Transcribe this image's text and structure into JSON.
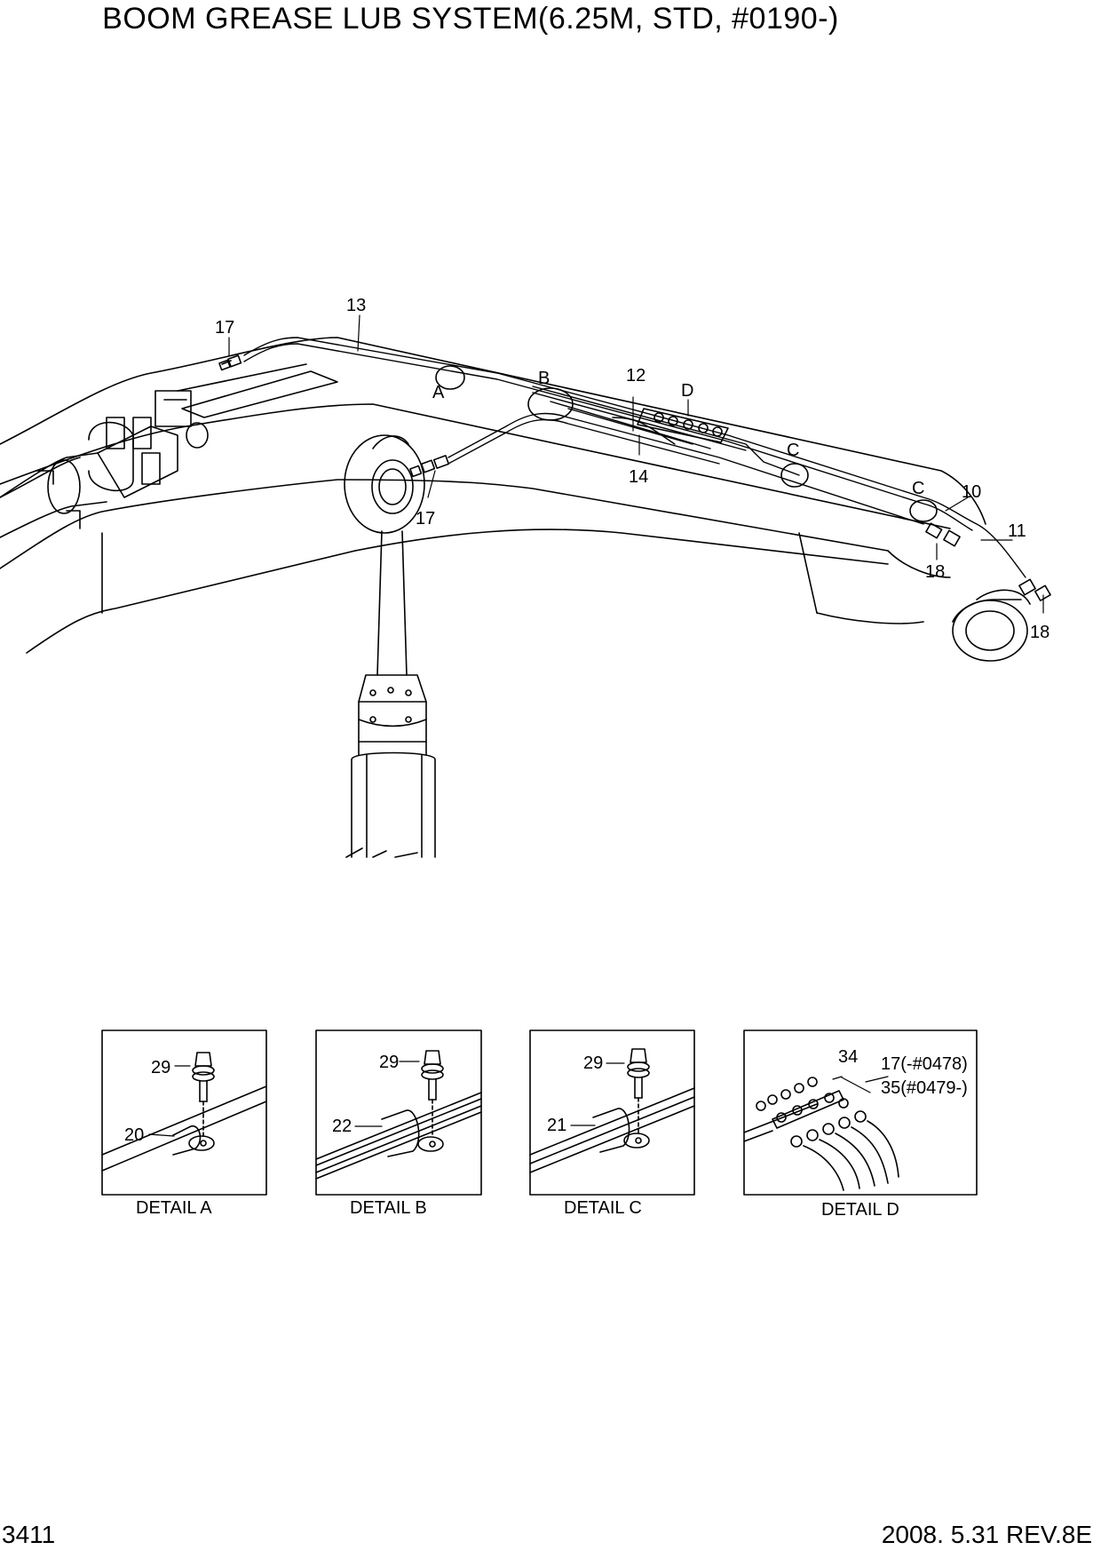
{
  "title": "BOOM GREASE LUB SYSTEM(6.25M, STD, #0190-)",
  "main_callouts": {
    "c13": "13",
    "c17a": "17",
    "c17b": "17",
    "cA": "A",
    "cB": "B",
    "c12": "12",
    "cD": "D",
    "c14": "14",
    "cC1": "C",
    "cC2": "C",
    "c10": "10",
    "c11": "11",
    "c18a": "18",
    "c18b": "18"
  },
  "details": [
    {
      "label": "DETAIL  A",
      "part_bolt": "29",
      "part_clamp": "20"
    },
    {
      "label": "DETAIL  B",
      "part_bolt": "29",
      "part_clamp": "22"
    },
    {
      "label": "DETAIL  C",
      "part_bolt": "29",
      "part_clamp": "21"
    },
    {
      "label": "DETAIL  D",
      "part_block": "34",
      "part_fit_a": "17(-#0478)",
      "part_fit_b": "35(#0479-)"
    }
  ],
  "footer": {
    "page": "3411",
    "revision": "2008. 5.31  REV.8E"
  }
}
